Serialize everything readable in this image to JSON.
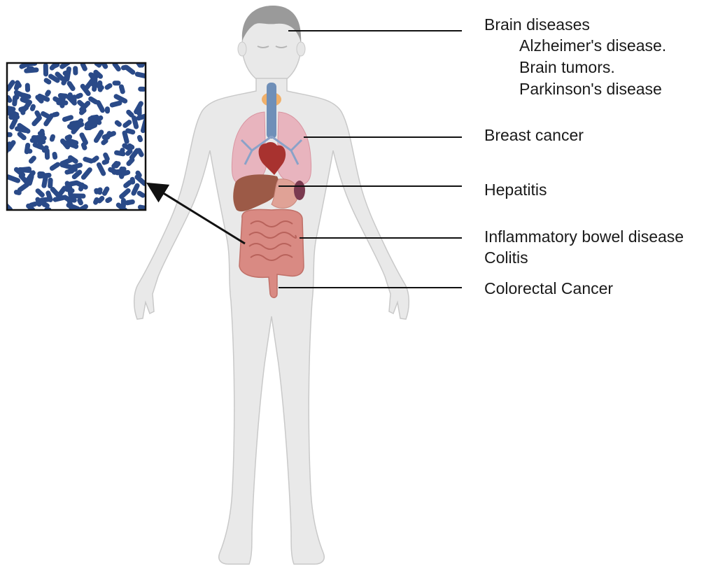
{
  "labels": {
    "brain": {
      "title": "Brain diseases",
      "items": [
        "Alzheimer's disease.",
        "Brain tumors.",
        "Parkinson's disease"
      ]
    },
    "breast": "Breast cancer",
    "liver": "Hepatitis",
    "bowel": {
      "line1": "Inflammatory bowel disease",
      "line2": "Colitis"
    },
    "colorectal": "Colorectal  Cancer"
  },
  "colors": {
    "body_fill": "#e9e9e9",
    "body_stroke": "#c9c9c9",
    "hair": "#9a9a9a",
    "lungs": "#e8b4be",
    "heart": "#a8322f",
    "liver": "#9c5a47",
    "intestine": "#d98a83",
    "trachea": "#6f8fb8",
    "thyroid": "#f0b06a",
    "bacteria": "#2a4a88",
    "leader_line": "#111111"
  },
  "icons": {
    "microbiome_inset": "bacteria-cluster",
    "pointer": "arrow"
  }
}
